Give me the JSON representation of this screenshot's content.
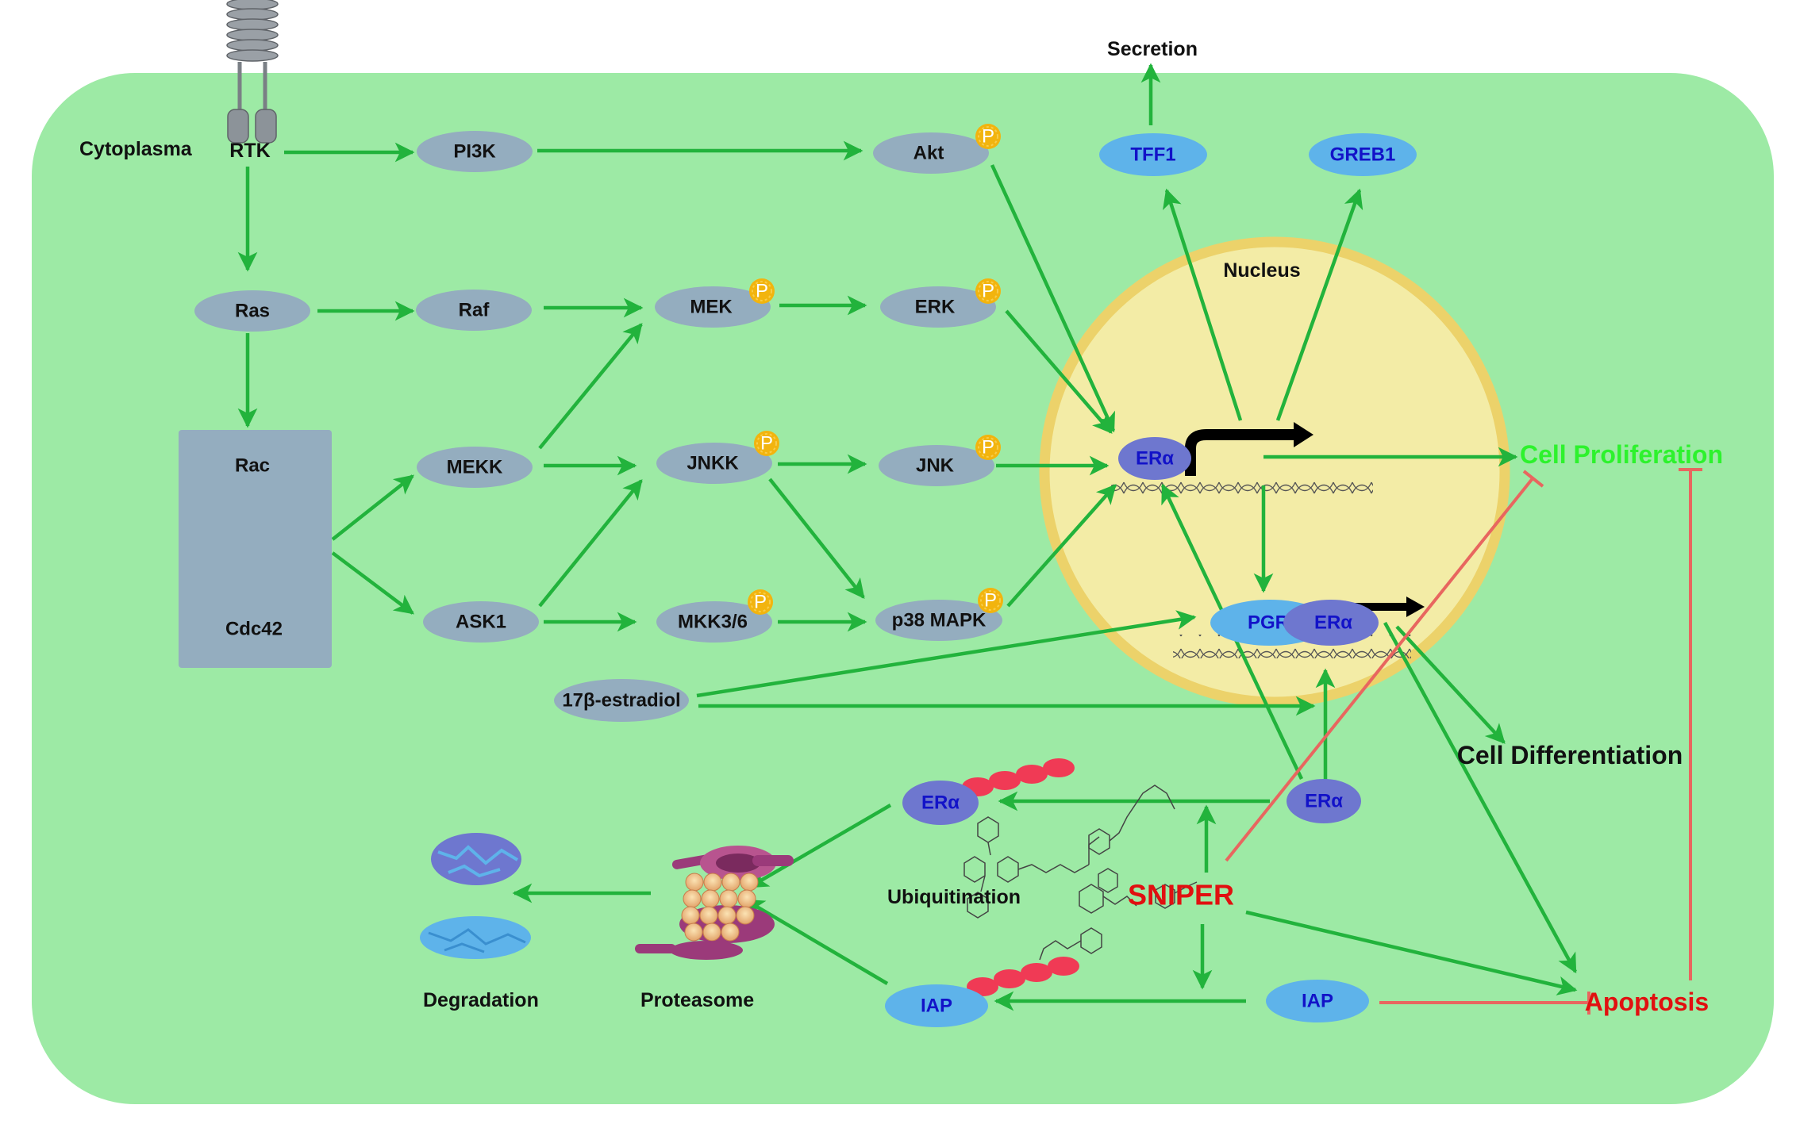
{
  "labels": {
    "cytoplasma": "Cytoplasma",
    "secretion": "Secretion",
    "nucleus": "Nucleus",
    "ubiquitination": "Ubiquitination",
    "degradation": "Degradation",
    "proteasome": "Proteasome",
    "cell_proliferation": "Cell Proliferation",
    "cell_differentiation": "Cell Differentiation",
    "apoptosis": "Apoptosis",
    "sniper": "SNIPER"
  },
  "nodes": {
    "rtk": "RTK",
    "pi3k": "PI3K",
    "akt": "Akt",
    "tff1": "TFF1",
    "greb1": "GREB1",
    "ras": "Ras",
    "raf": "Raf",
    "mek": "MEK",
    "erk": "ERK",
    "rac": "Rac",
    "cdc42": "Cdc42",
    "mekk": "MEKK",
    "jnkk": "JNKK",
    "jnk": "JNK",
    "ask1": "ASK1",
    "mkk36": "MKK3/6",
    "p38mapk": "p38 MAPK",
    "estradiol": "17β-estradiol",
    "era_nuc": "ERα",
    "pgr": "PGR",
    "era_pgr": "ERα",
    "era_cyto": "ERα",
    "era_ub": "ERα",
    "iap_ub": "IAP",
    "iap": "IAP",
    "phospho": "P"
  },
  "colors": {
    "cell": "#9deaa5",
    "nucleus_fill": "#f3eca6",
    "nucleus_ring": "#ecd26a",
    "kinase": "#94adbf",
    "receptor": "#6e77cf",
    "target": "#5eb3ea",
    "edge": "#22b33c",
    "inhibit": "#e8665f",
    "phospho": "#f2b40e",
    "ubiquitin": "#f03a55",
    "proliferation": "#2df22d",
    "apoptosis": "#e11010"
  }
}
